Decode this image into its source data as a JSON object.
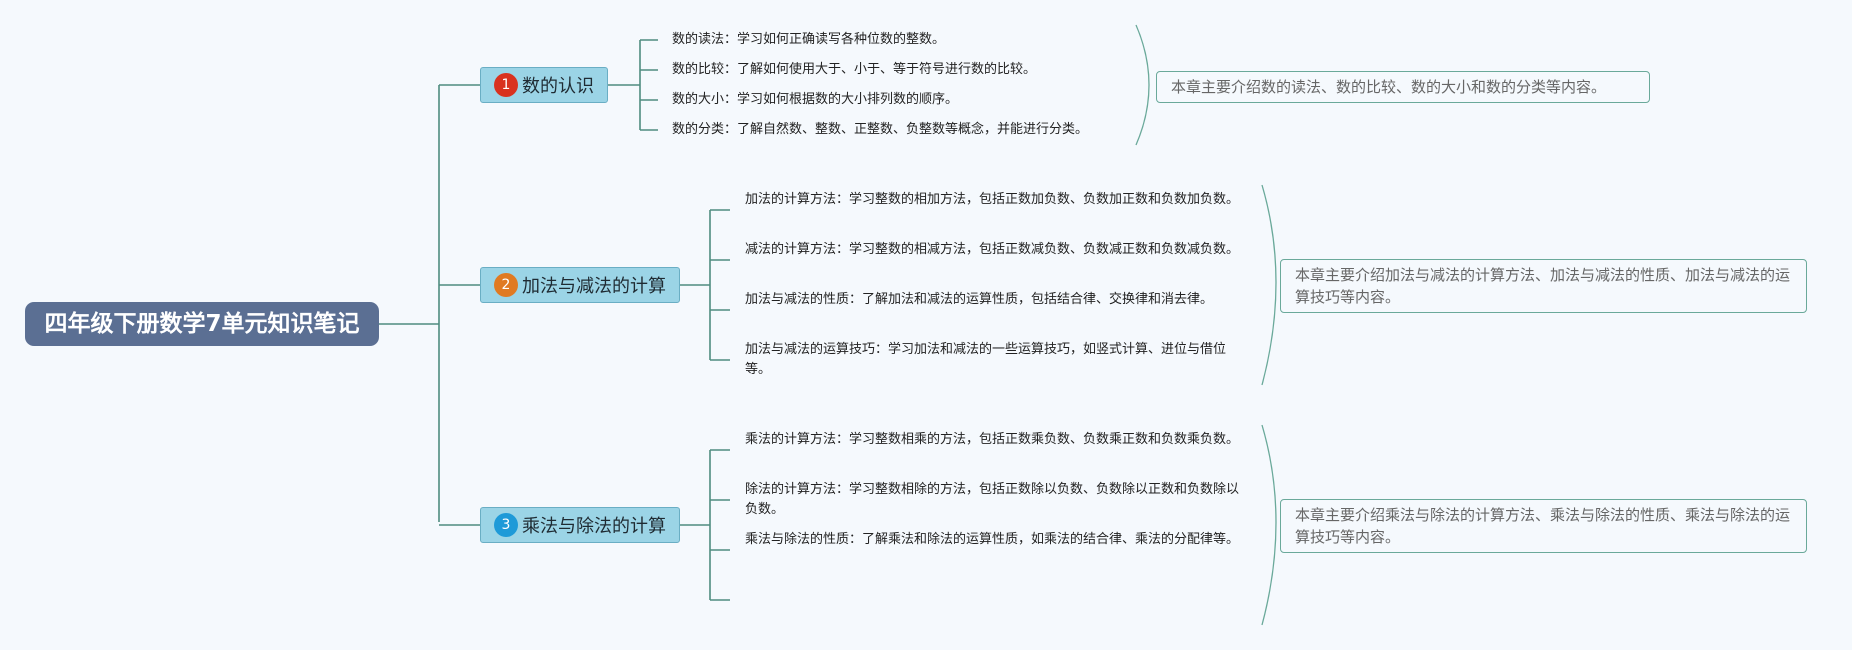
{
  "title": "四年级下册数学7单元知识笔记",
  "branches": [
    {
      "number": "1",
      "color": "#d9321f",
      "label": "数的认识",
      "items": [
        "数的读法：学习如何正确读写各种位数的整数。",
        "数的比较：了解如何使用大于、小于、等于符号进行数的比较。",
        "数的大小：学习如何根据数的大小排列数的顺序。",
        "数的分类：了解自然数、整数、正整数、负整数等概念，并能进行分类。"
      ],
      "summary": "本章主要介绍数的读法、数的比较、数的大小和数的分类等内容。"
    },
    {
      "number": "2",
      "color": "#e07a22",
      "label": "加法与减法的计算",
      "items": [
        "加法的计算方法：学习整数的相加方法，包括正数加负数、负数加正数和负数加负数。",
        "减法的计算方法：学习整数的相减方法，包括正数减负数、负数减正数和负数减负数。",
        "加法与减法的性质：了解加法和减法的运算性质，包括结合律、交换律和消去律。",
        "加法与减法的运算技巧：学习加法和减法的一些运算技巧，如竖式计算、进位与借位等。"
      ],
      "summary": "本章主要介绍加法与减法的计算方法、加法与减法的性质、加法与减法的运算技巧等内容。"
    },
    {
      "number": "3",
      "color": "#1e9ad8",
      "label": "乘法与除法的计算",
      "items": [
        "乘法的计算方法：学习整数相乘的方法，包括正数乘负数、负数乘正数和负数乘负数。",
        "除法的计算方法：学习整数相除的方法，包括正数除以负数、负数除以正数和负数除以负数。",
        "乘法与除法的性质：了解乘法和除法的运算性质，如乘法的结合律、乘法的分配律等。"
      ],
      "summary": "本章主要介绍乘法与除法的计算方法、乘法与除法的性质、乘法与除法的运算技巧等内容。"
    }
  ]
}
